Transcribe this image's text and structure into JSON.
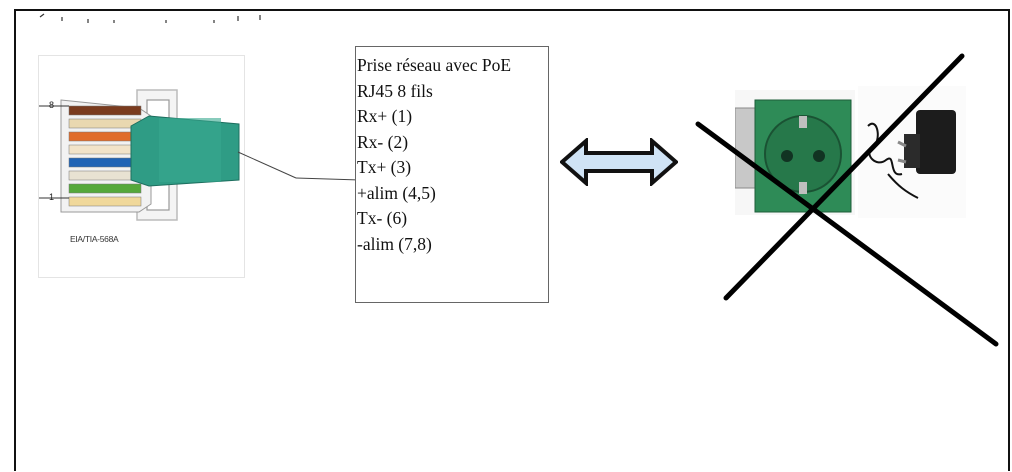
{
  "rj45": {
    "caption": "EIA/TIA-568A",
    "pin_top": "8",
    "pin_bottom": "1",
    "wire_colors": [
      "#7a3b1e",
      "#e9d8b0",
      "#e06c2a",
      "#f1e3c9",
      "#1f63b5",
      "#e8e2d2",
      "#55a83a",
      "#f0d89a"
    ]
  },
  "info_box": {
    "lines": [
      "Prise réseau avec PoE",
      "RJ45 8 fils",
      "Rx+ (1)",
      "Rx-  (2)",
      "Tx+ (3)",
      "+alim (4,5)",
      "Tx-  (6)",
      "-alim  (7,8)"
    ]
  },
  "icons": {
    "double_arrow": "double-arrow-icon",
    "cross": "cross-mark-icon",
    "power_socket": "power-socket-icon",
    "power_adapter": "power-adapter-icon"
  },
  "colors": {
    "connector_teal": "#2f9c85",
    "arrow_fill": "#cfe3f5",
    "socket_green": "#2e8b57",
    "adapter_black": "#1c1c1c"
  }
}
